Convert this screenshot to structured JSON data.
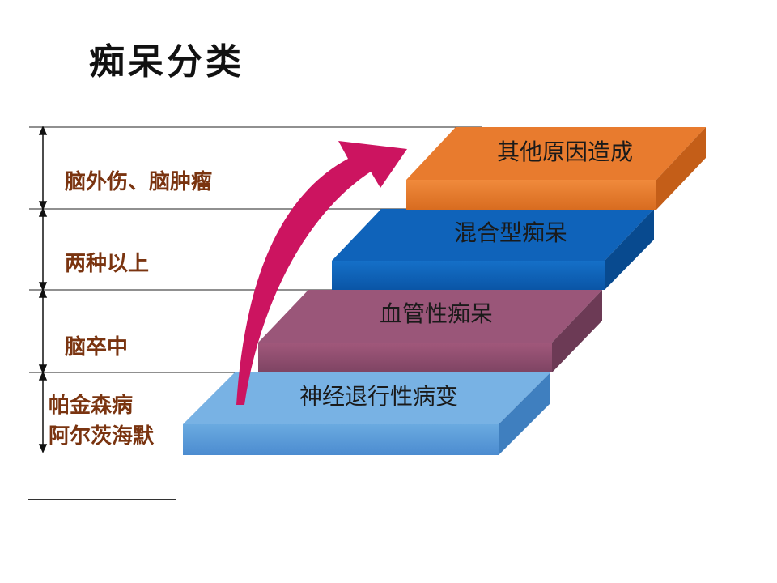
{
  "title": "痴呆分类",
  "steps": [
    {
      "label": "神经退行性病变",
      "color": "#5b9bd5"
    },
    {
      "label": "血管性痴呆",
      "color": "#8e4f6f"
    },
    {
      "label": "混合型痴呆",
      "color": "#0b5fb5"
    },
    {
      "label": "其他原因造成",
      "color": "#e6782c"
    }
  ],
  "side_labels": {
    "top": "脑外伤、脑肿瘤",
    "second": "两种以上",
    "third": "脑卒中",
    "bottom_line1": "帕金森病",
    "bottom_line2": "阿尔茨海默"
  },
  "arrow_color": "#cc1460"
}
